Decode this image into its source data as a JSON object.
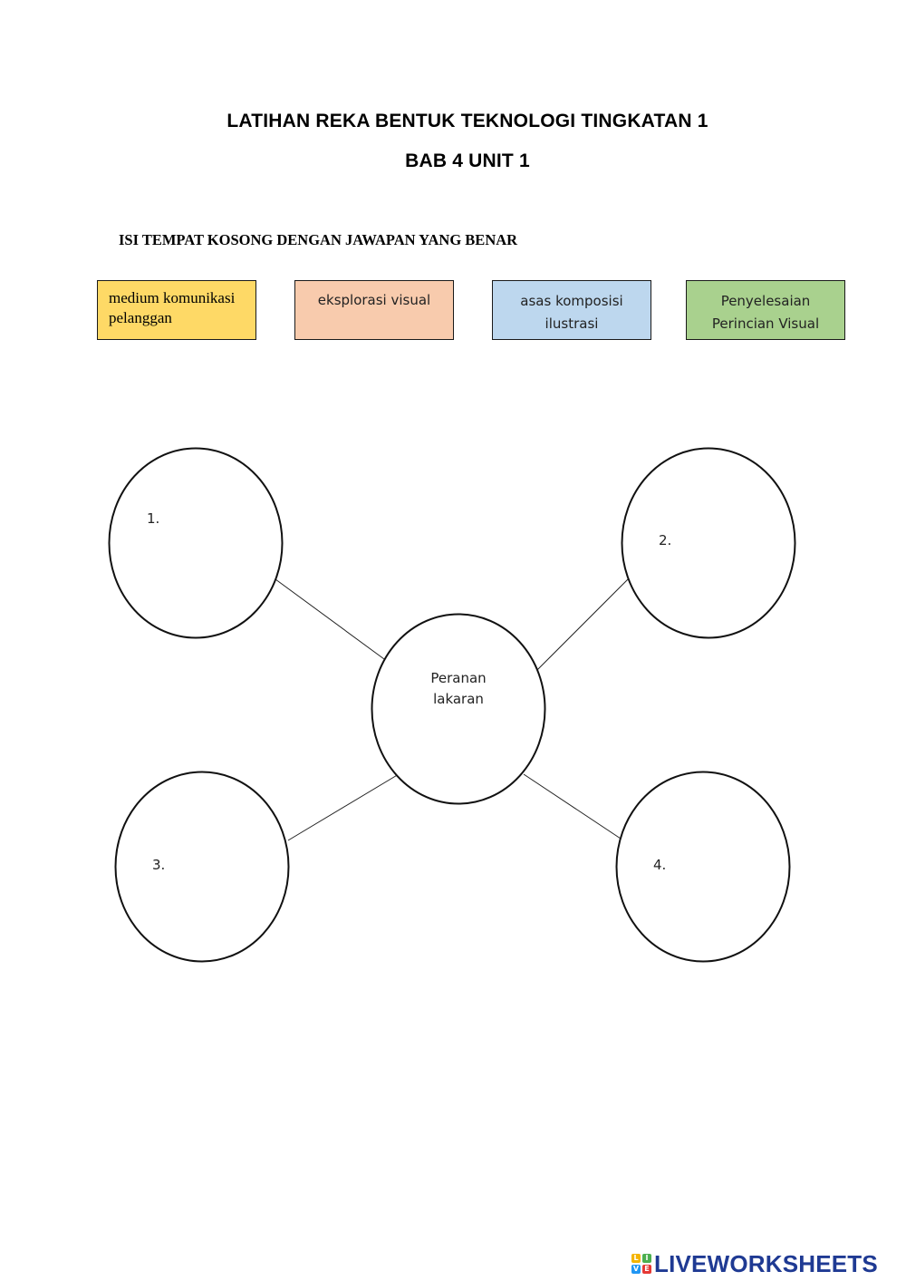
{
  "header": {
    "title_line1": "LATIHAN REKA BENTUK TEKNOLOGI  TINGKATAN 1",
    "title_line2": "BAB 4 UNIT 1"
  },
  "instruction": "ISI TEMPAT KOSONG  DENGAN JAWAPAN YANG BENAR",
  "word_bank": [
    {
      "line1": "medium komunikasi",
      "line2": "pelanggan",
      "color": "#fed966"
    },
    {
      "line1": "eksplorasi visual",
      "line2": "",
      "color": "#f8cbad"
    },
    {
      "line1": "asas komposisi",
      "line2": "ilustrasi",
      "color": "#bdd7ee"
    },
    {
      "line1": "Penyelesaian",
      "line2": "Perincian Visual",
      "color": "#a9d18e"
    }
  ],
  "diagram": {
    "center_line1": "Peranan",
    "center_line2": "lakaran",
    "nodes": [
      "1.",
      "2.",
      "3.",
      "4."
    ]
  },
  "footer": {
    "brand": "LIVEWORKSHEETS",
    "logo_letters": [
      "L",
      "I",
      "V",
      "E"
    ],
    "logo_colors": [
      "#f4b400",
      "#4caf50",
      "#2196f3",
      "#e53935"
    ]
  }
}
